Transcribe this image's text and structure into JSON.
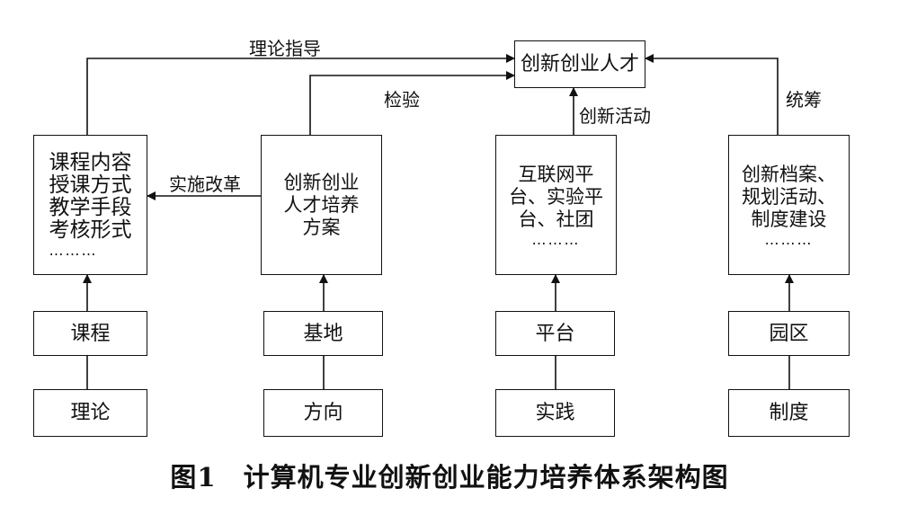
{
  "nodes": {
    "talent": "创新创业人才",
    "course_content": [
      "课程内容",
      "授课方式",
      "教学手段",
      "考核形式"
    ],
    "training_plan": [
      "创新创业",
      "人才培养",
      "方案"
    ],
    "platforms": [
      "互联网平",
      "台、实验平",
      "台、社团"
    ],
    "archives": [
      "创新档案、",
      "规划活动、",
      "制度建设"
    ],
    "ellipsis": "………",
    "kecheng": "课程",
    "lilun": "理论",
    "jidi": "基地",
    "fangxiang": "方向",
    "pingtai": "平台",
    "shijian": "实践",
    "yuanqu": "园区",
    "zhidu": "制度"
  },
  "edge_labels": {
    "guidance": "理论指导",
    "test": "检验",
    "activity": "创新活动",
    "coordinate": "统筹",
    "reform": "实施改革"
  },
  "caption": "图1　计算机专业创新创业能力培养体系架构图"
}
